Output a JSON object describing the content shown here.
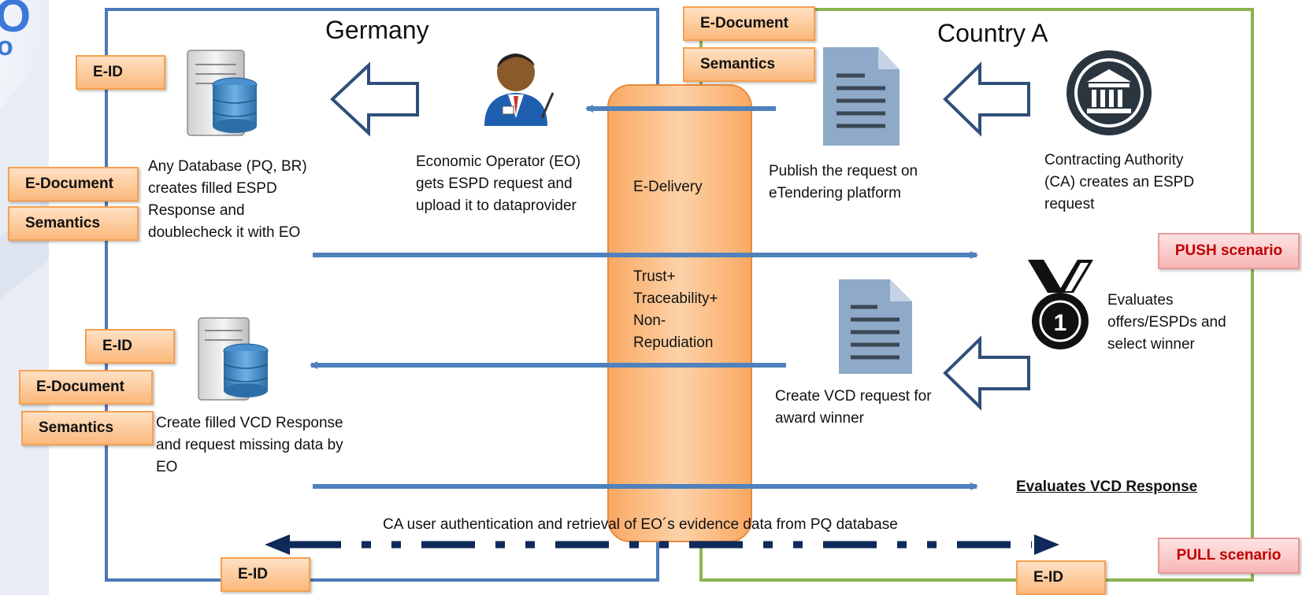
{
  "regions": {
    "germany": "Germany",
    "country_a": "Country A"
  },
  "tags": {
    "eid": "E-ID",
    "edocument": "E-Document",
    "semantics": "Semantics"
  },
  "scenarios": {
    "push": "PUSH scenario",
    "pull": "PULL scenario"
  },
  "delivery": {
    "edelivery": "E-Delivery",
    "trust_lines": [
      "Trust+",
      "Traceability+",
      "Non-",
      "Repudiation"
    ]
  },
  "labels": {
    "database_top": [
      "Any Database (PQ, BR)",
      "creates filled ESPD",
      "Response and",
      "doublecheck it with EO"
    ],
    "economic_operator": [
      "Economic Operator (EO)",
      "gets ESPD request and",
      "upload it to dataprovider"
    ],
    "publish": [
      "Publish the request on",
      "eTendering platform"
    ],
    "contracting_authority": [
      "Contracting Authority",
      "(CA) creates an ESPD",
      "request"
    ],
    "evaluates": [
      "Evaluates",
      "offers/ESPDs and",
      "select winner"
    ],
    "create_vcd_request": [
      "Create VCD request for",
      "award winner"
    ],
    "create_vcd_response": [
      "Create filled VCD Response",
      "and request missing data by",
      "EO"
    ]
  },
  "evaluates_vcd": "Evaluates VCD Response",
  "authentication": "CA user authentication and retrieval of EO´s evidence data from PQ database",
  "colors": {
    "germany_border": "#4a7ab8",
    "country_border": "#8ab450",
    "arrow": "#4f81bd",
    "dark_arrow": "#0f2a5a",
    "delivery_bar": "#fbbd86",
    "document": "#8fa9c8",
    "ca_icon": "#2b3540"
  },
  "icons": [
    "server-database-icon",
    "business-person-icon",
    "document-icon",
    "government-building-icon",
    "medal-icon",
    "hollow-left-arrow-icon"
  ]
}
